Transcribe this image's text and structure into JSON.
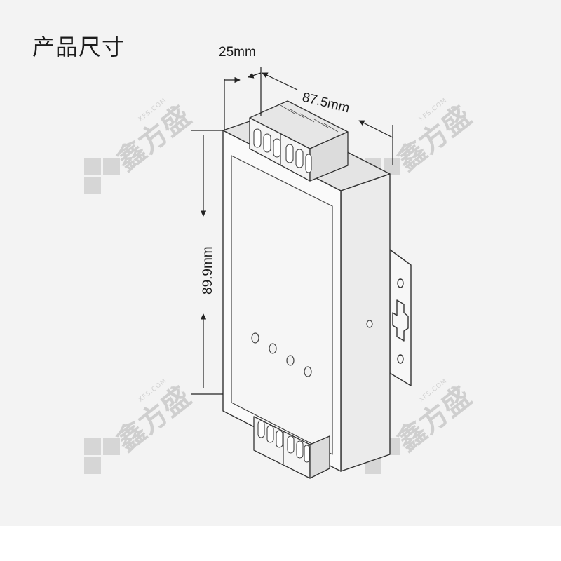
{
  "page": {
    "title": "产品尺寸"
  },
  "dimensions": {
    "depth": "25mm",
    "length": "87.5mm",
    "height": "89.9mm"
  },
  "watermark": {
    "brand": "鑫方盛",
    "domain": "XFS.COM"
  },
  "colors": {
    "background": "#f3f3f3",
    "line": "#333333",
    "watermark": "#cfcfcf"
  }
}
